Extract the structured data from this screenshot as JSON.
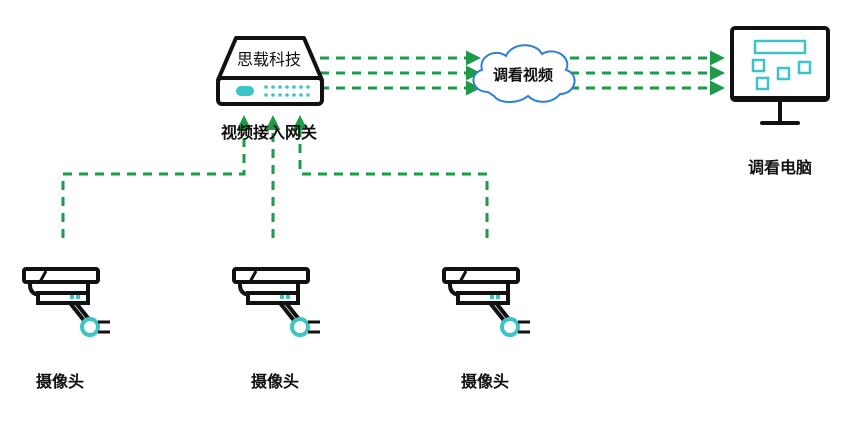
{
  "gateway": {
    "brand": "思载科技",
    "label": "视频接入网关"
  },
  "cloud": {
    "label": "调看视频"
  },
  "computer": {
    "label": "调看电脑"
  },
  "cameras": [
    {
      "label": "摄像头"
    },
    {
      "label": "摄像头"
    },
    {
      "label": "摄像头"
    }
  ],
  "colors": {
    "line": "#1e9a4a",
    "outline": "#111111",
    "accent": "#3cc4c6",
    "cloud_stroke": "#2f7fd8"
  }
}
